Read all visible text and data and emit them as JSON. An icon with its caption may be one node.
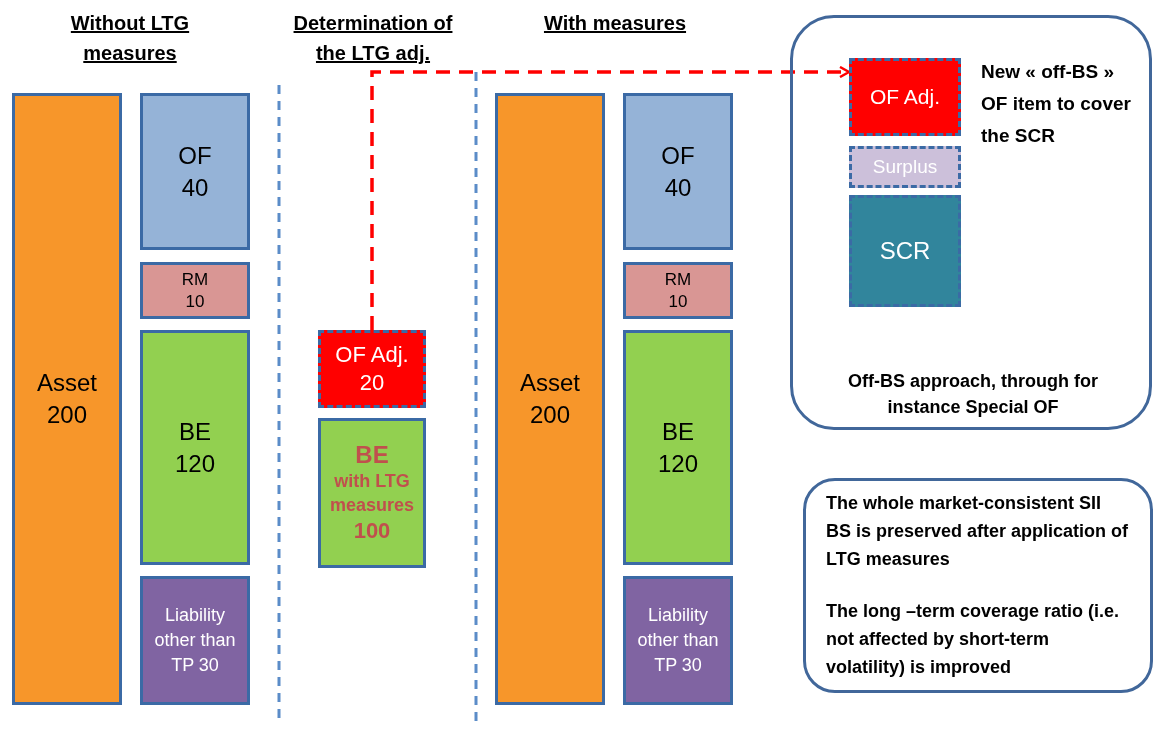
{
  "diagram": {
    "nodes": [
      {
        "text": [
          "Asset 200"
        ]
      },
      {
        "text": [
          "OF 40"
        ]
      },
      {
        "text": [
          "RM 10"
        ]
      },
      {
        "text": [
          "BE 120"
        ]
      },
      {
        "text": [
          "Liability other than TP 30"
        ]
      },
      {
        "text": [
          "OF Adj. 20"
        ]
      },
      {
        "text": [
          "BE",
          "with LTG measures",
          "100"
        ]
      },
      {
        "text": [
          "Asset 200"
        ]
      },
      {
        "text": [
          "OF 40"
        ]
      },
      {
        "text": [
          "RM 10"
        ]
      },
      {
        "text": [
          "BE 120"
        ]
      },
      {
        "text": [
          "Liability other than TP 30"
        ]
      },
      {
        "text": [
          "New « off-BS » OF item to cover the SCR",
          "Off-BS approach, through for instance Special OF"
        ]
      },
      {
        "text": [
          "OF Adj."
        ],
        "in": 12
      },
      {
        "text": [
          "Surplus"
        ],
        "in": 12
      },
      {
        "text": [
          "SCR"
        ],
        "in": 12
      },
      {
        "text": [
          "The whole market-consistent SII BS is preserved after application of LTG measures",
          "The long –term coverage ratio (i.e. not affected by short-term volatility) is improved"
        ]
      }
    ],
    "edges": [
      {
        "from": 5,
        "to": 13,
        "arrow": "to",
        "style": "dashed",
        "color": "#ff0000"
      }
    ],
    "labels": [
      "Without LTG measures",
      "Determination of the LTG adj.",
      "With measures"
    ]
  }
}
